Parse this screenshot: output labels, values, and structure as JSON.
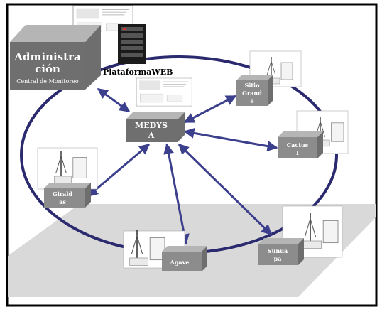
{
  "diagram": {
    "central": {
      "title_line1": "Administra",
      "title_line2": "ción",
      "subtitle": "Central de Monitoreo"
    },
    "platform_label": "PlataformaWEB",
    "hub": {
      "line1": "MEDYS",
      "line2": "A"
    },
    "nodes": {
      "sitio_grande": {
        "line1": "Sitio",
        "line2": "Grand",
        "line3": "e"
      },
      "cactus": {
        "line1": "Cactus",
        "line2": "I"
      },
      "giraldas": {
        "line1": "Girald",
        "line2": "as"
      },
      "agave": {
        "line1": "Agave"
      },
      "sunuapa": {
        "line1": "Sunua",
        "line2": "pa"
      }
    },
    "colors": {
      "ring": "#2b2a6e",
      "arrow": "#3b3f8c",
      "box_front": "#8c8c8c",
      "box_top": "#b5b5b5",
      "box_side": "#6e6e6e",
      "hub_front": "#6f6f6f",
      "floor": "#d9d9d9"
    },
    "icons": [
      "server-rack-icon",
      "screen-thumbnail-icon",
      "antenna-device-icon"
    ]
  }
}
